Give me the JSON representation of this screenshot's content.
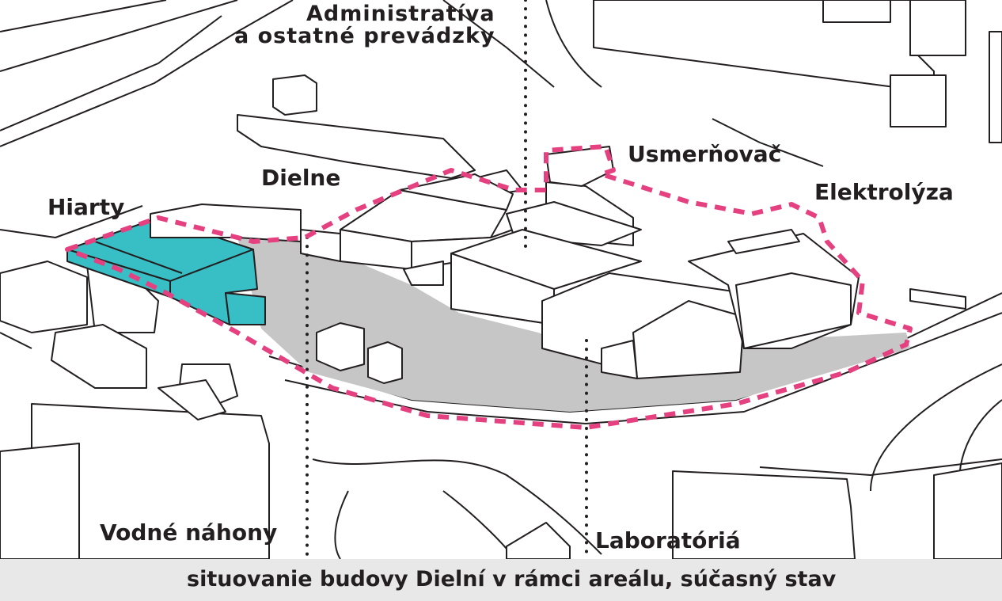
{
  "labels": {
    "admin_line1": "Administratíva",
    "admin_line2": "a ostatné prevádzky",
    "dielne": "Dielne",
    "hiarty": "Hiarty",
    "usmernovac": "Usmerňovač",
    "elektrolyza": "Elektrolýza",
    "vodne_nahony": "Vodné náhony",
    "laboratoria": "Laboratóriá"
  },
  "caption": "situovanie budovy Dielní v rámci areálu, súčasný stav",
  "colors": {
    "boundary": "#e5407f",
    "highlight": "#38bec5",
    "courtyard": "#c6c6c6",
    "line": "#231f20",
    "caption_bar": "#e8e8e8"
  }
}
